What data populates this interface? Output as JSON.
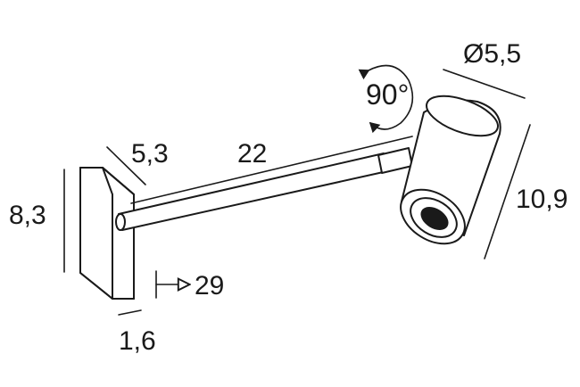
{
  "dimensions": {
    "diameter": "Ø5,5",
    "rotation": "90°",
    "plate_width": "5,3",
    "arm_length": "22",
    "plate_height": "8,3",
    "head_length": "10,9",
    "depth": "29",
    "plate_thickness": "1,6"
  }
}
